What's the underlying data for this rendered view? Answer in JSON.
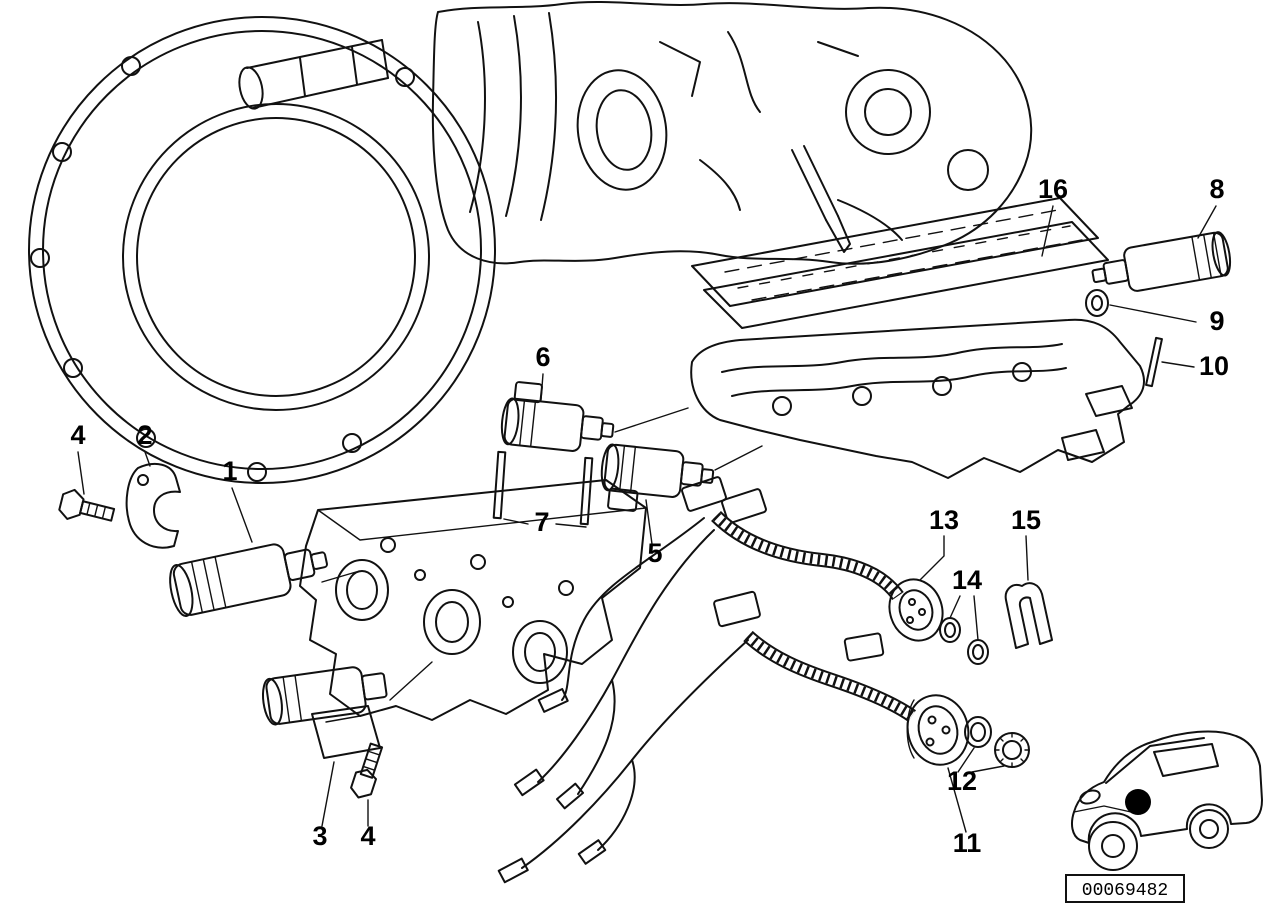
{
  "diagram": {
    "callouts": [
      {
        "label": "16"
      },
      {
        "label": "8"
      },
      {
        "label": "9"
      },
      {
        "label": "10"
      },
      {
        "label": "6"
      },
      {
        "label": "4"
      },
      {
        "label": "2"
      },
      {
        "label": "1"
      },
      {
        "label": "7"
      },
      {
        "label": "5"
      },
      {
        "label": "13"
      },
      {
        "label": "15"
      },
      {
        "label": "14"
      },
      {
        "label": "12"
      },
      {
        "label": "11"
      },
      {
        "label": "3"
      },
      {
        "label": "4"
      }
    ],
    "part_number": "00069482"
  }
}
